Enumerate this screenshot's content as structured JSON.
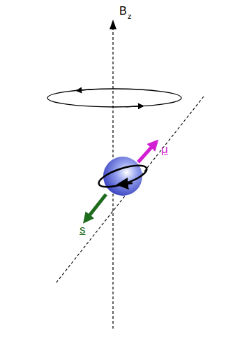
{
  "diagram": {
    "labels": [
      "B",
      "z",
      "μ",
      "s"
    ]
  }
}
